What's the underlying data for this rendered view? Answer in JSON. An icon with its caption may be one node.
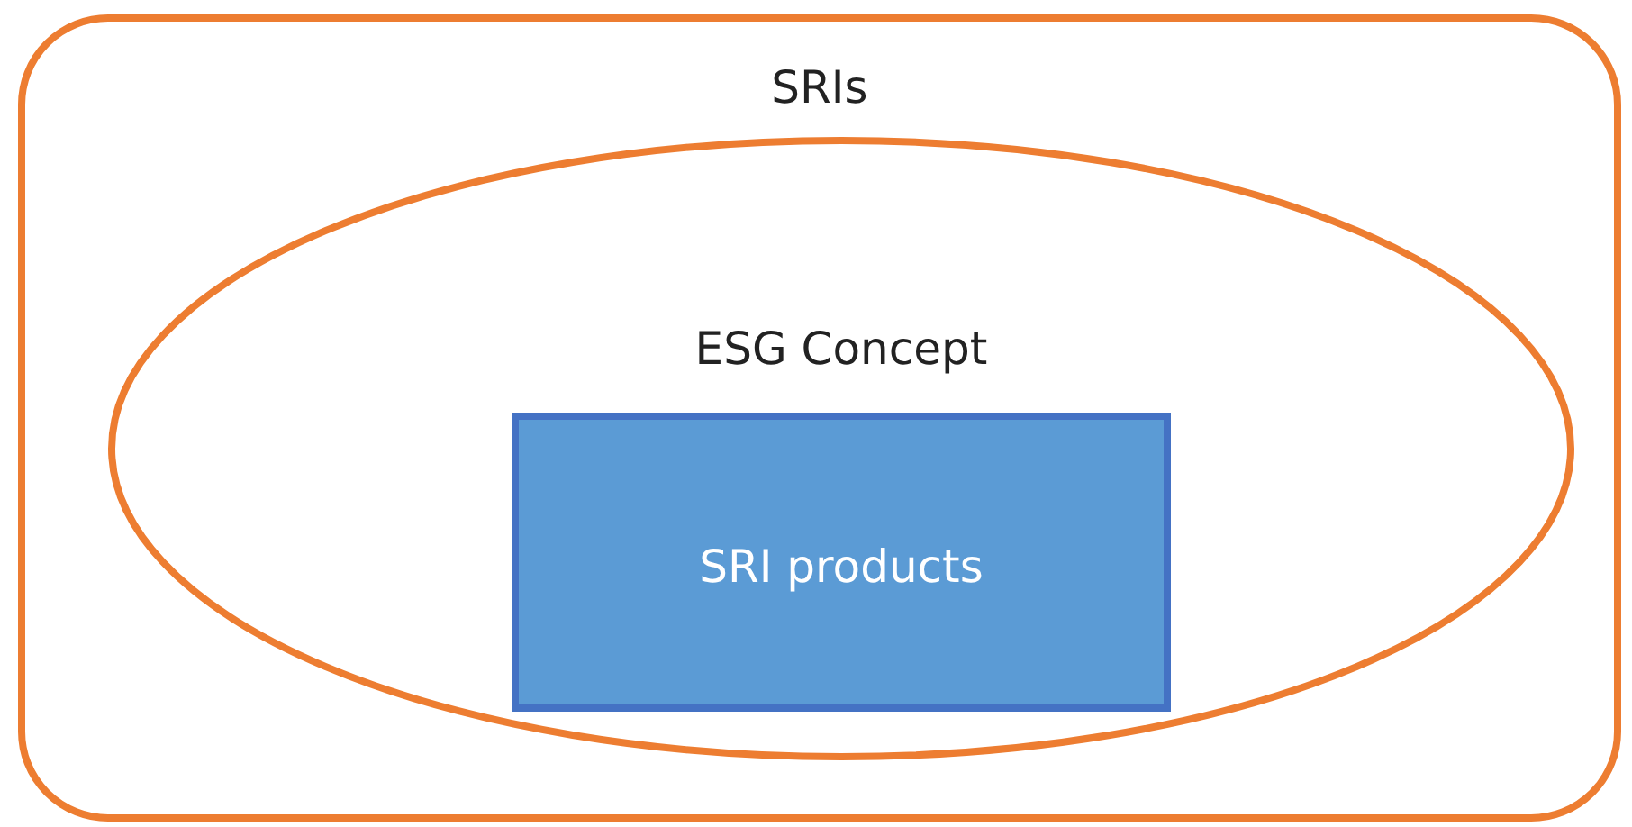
{
  "diagram": {
    "nodes": [
      {
        "text": [
          "SRIs"
        ]
      },
      {
        "text": [
          "ESG Concept"
        ],
        "in": 0
      },
      {
        "text": [
          "SRI products"
        ],
        "in": 1
      }
    ]
  }
}
